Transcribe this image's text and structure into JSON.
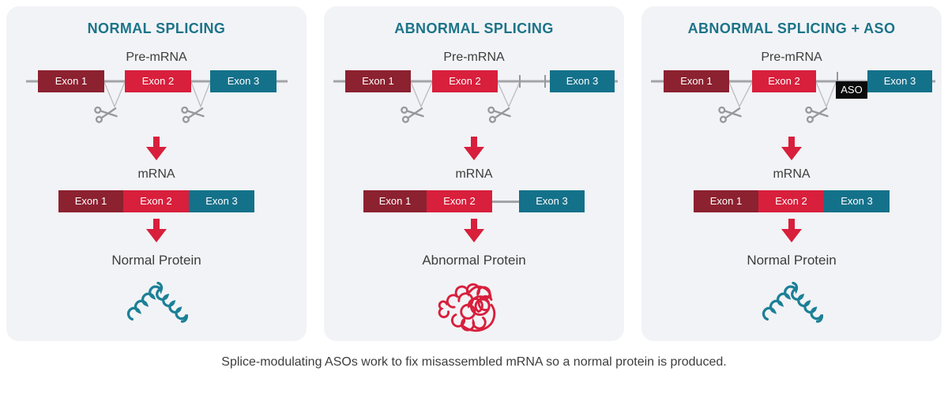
{
  "caption": "Splice-modulating ASOs work to fix misassembled mRNA so a normal protein is produced.",
  "colors": {
    "teal": "#14718a",
    "heading_teal": "#1b7489",
    "dark_red": "#8c2130",
    "red": "#d81f3c",
    "intron_gray": "#a3a4a8",
    "aso_black": "#0b0b0b",
    "panel_bg": "#f2f3f6",
    "protein_teal": "#1b8096"
  },
  "panels": [
    {
      "title": "NORMAL SPLICING",
      "pre_mrna_label": "Pre-mRNA",
      "pre_exons": [
        "Exon 1",
        "Exon 2",
        "Exon 3"
      ],
      "mrna_label": "mRNA",
      "mrna_exons": [
        "Exon 1",
        "Exon 2",
        "Exon 3"
      ],
      "protein_label": "Normal Protein",
      "protein_type": "normal"
    },
    {
      "title": "ABNORMAL SPLICING",
      "pre_mrna_label": "Pre-mRNA",
      "pre_exons": [
        "Exon 1",
        "Exon 2",
        "Exon 3"
      ],
      "mrna_label": "mRNA",
      "mrna_exons": [
        "Exon 1",
        "Exon 2",
        "Exon 3"
      ],
      "protein_label": "Abnormal Protein",
      "protein_type": "abnormal"
    },
    {
      "title": "ABNORMAL SPLICING + ASO",
      "pre_mrna_label": "Pre-mRNA",
      "pre_exons": [
        "Exon 1",
        "Exon 2",
        "Exon 3"
      ],
      "aso_label": "ASO",
      "mrna_label": "mRNA",
      "mrna_exons": [
        "Exon 1",
        "Exon 2",
        "Exon 3"
      ],
      "protein_label": "Normal Protein",
      "protein_type": "normal"
    }
  ]
}
